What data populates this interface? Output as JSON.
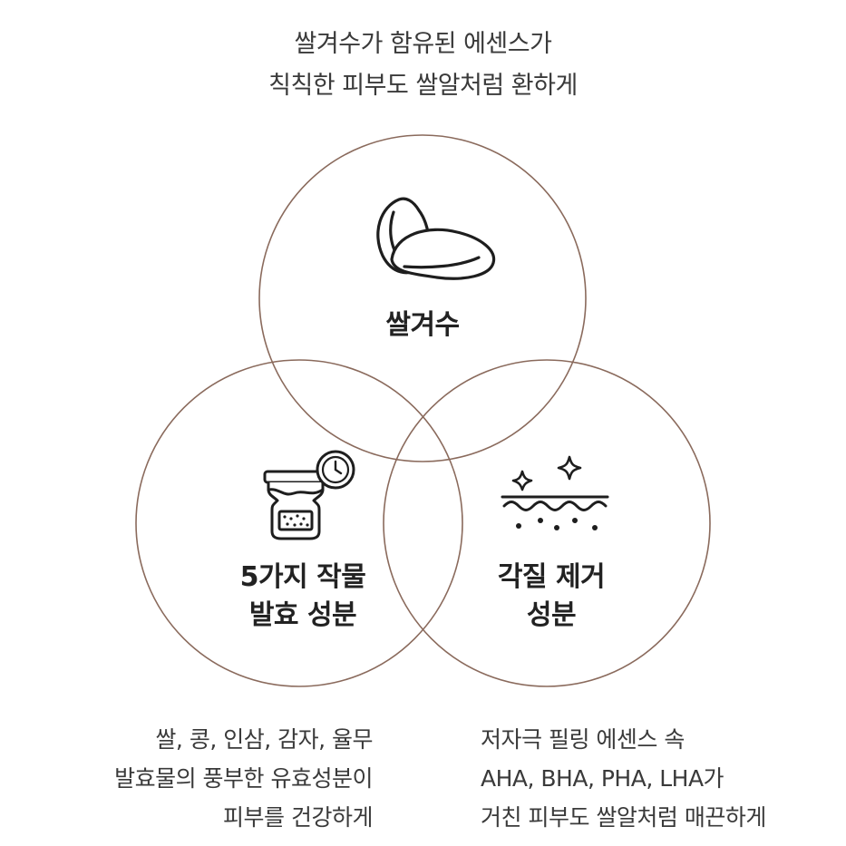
{
  "headline": {
    "line1": "쌀겨수가 함유된 에센스가",
    "line2": "칙칙한 피부도 쌀알처럼 환하게"
  },
  "circles": {
    "top": {
      "label": "쌀겨수",
      "icon": "rice-grains-icon"
    },
    "left": {
      "label_line1": "5가지 작물",
      "label_line2": "발효 성분",
      "icon": "fermentation-jar-clock-icon"
    },
    "right": {
      "label_line1": "각질 제거",
      "label_line2": "성분",
      "icon": "skin-exfoliation-sparkle-icon"
    }
  },
  "descriptions": {
    "left": {
      "line1": "쌀, 콩, 인삼, 감자, 율무",
      "line2": "발효물의 풍부한 유효성분이",
      "line3": "피부를 건강하게"
    },
    "right": {
      "line1": "저자극 필링 에센스 속",
      "line2": "AHA, BHA, PHA, LHA가",
      "line3": "거친 피부도 쌀알처럼 매끈하게"
    }
  },
  "colors": {
    "circle_stroke": "#8a6a5c",
    "text": "#2b2b2b",
    "icon_stroke": "#1e1e1e"
  }
}
